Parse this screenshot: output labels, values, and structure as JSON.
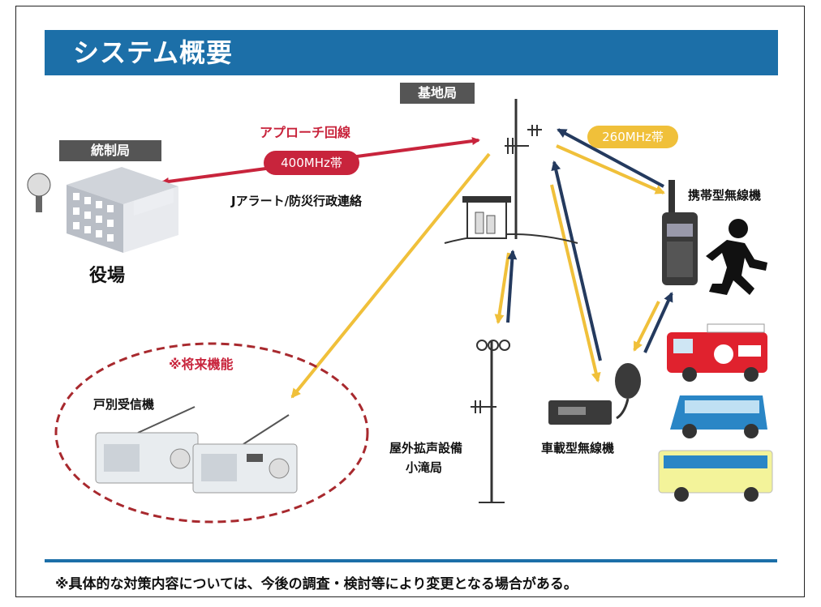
{
  "title": "システム概要",
  "nodes": {
    "base_station": "基地局",
    "control_station": "統制局",
    "town_hall": "役場",
    "portable_radio": "携帯型無線機",
    "vehicle_radio": "車載型無線機",
    "outdoor_speaker_line1": "屋外拡声設備",
    "outdoor_speaker_line2": "小滝局",
    "home_receiver": "戸別受信機"
  },
  "links": {
    "approach_line": "アプローチ回線",
    "freq_400": "400MHz帯",
    "alert_text": "Jアラート/防災行政連絡",
    "freq_260": "260MHz帯"
  },
  "future_function": "※将来機能",
  "footer": "※具体的な対策内容については、今後の調査・検討等により変更となる場合がある。",
  "colors": {
    "title_bg": "#1c6fa8",
    "approach_red": "#c8243c",
    "arrow_yellow": "#f0c03a",
    "arrow_navy": "#243a5e",
    "label_gray": "#555555"
  }
}
